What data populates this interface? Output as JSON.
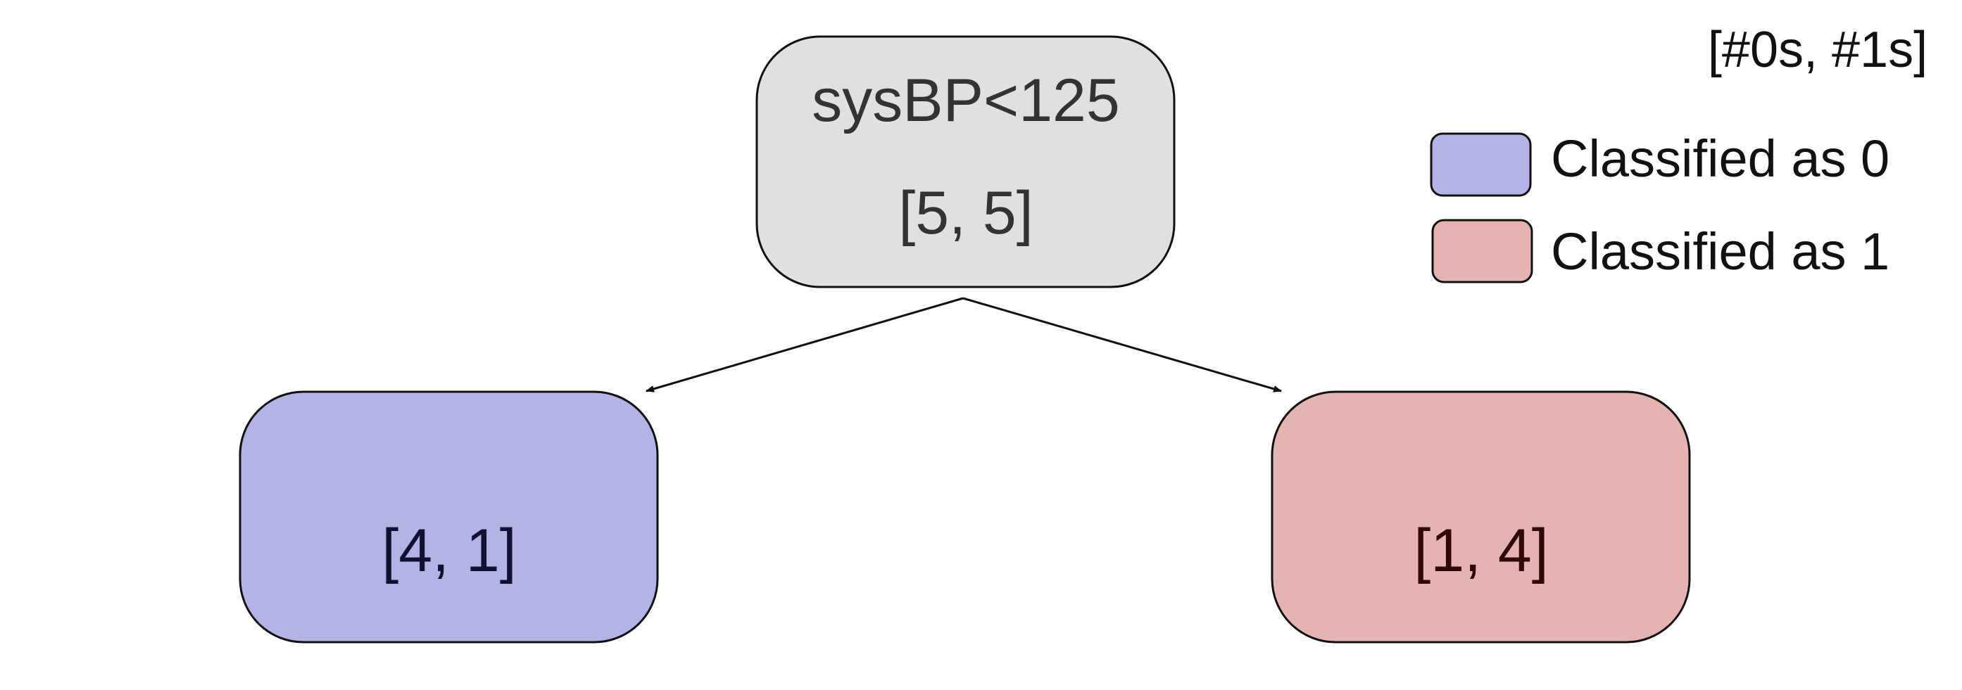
{
  "tree": {
    "root": {
      "condition": "sysBP<125",
      "counts": "[5, 5]",
      "fill": "#e0e0e0",
      "text_color": "#333333"
    },
    "left": {
      "counts": "[4, 1]",
      "fill": "#b3b3e6",
      "text_color": "#101030"
    },
    "right": {
      "counts": "[1, 4]",
      "fill": "#e6b3b3",
      "text_color": "#300808"
    }
  },
  "legend": {
    "header": "[#0s, #1s]",
    "items": [
      {
        "label": "Classified as 0",
        "color": "#b3b3e6"
      },
      {
        "label": "Classified as 1",
        "color": "#e6b3b3"
      }
    ]
  }
}
